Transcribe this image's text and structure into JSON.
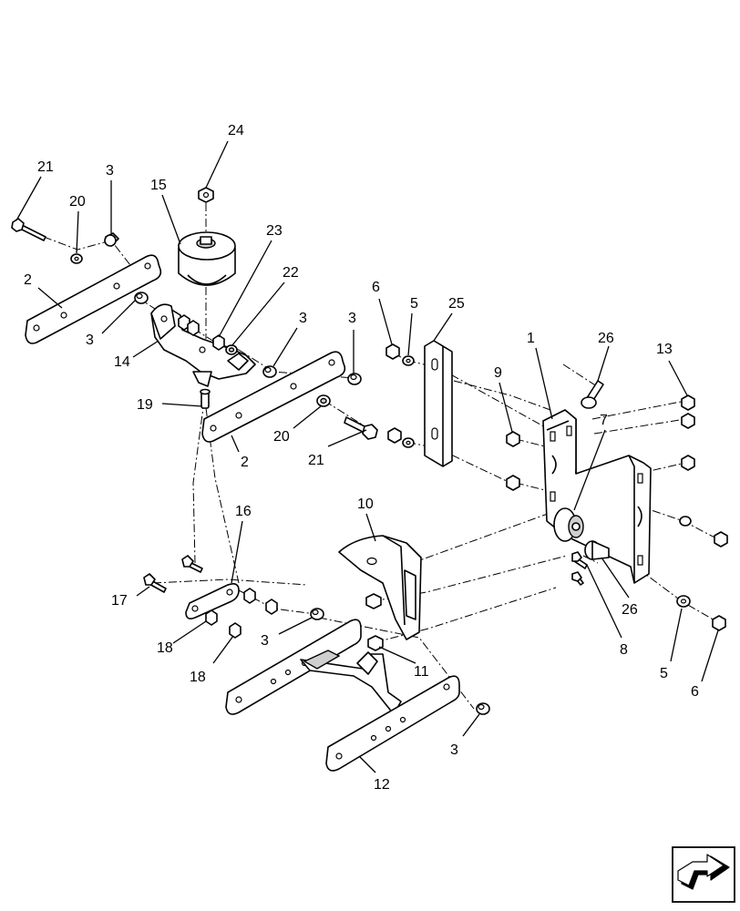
{
  "callouts": [
    {
      "id": "c24",
      "text": "24"
    },
    {
      "id": "c21a",
      "text": "21"
    },
    {
      "id": "c3a",
      "text": "3"
    },
    {
      "id": "c15",
      "text": "15"
    },
    {
      "id": "c20a",
      "text": "20"
    },
    {
      "id": "c23",
      "text": "23"
    },
    {
      "id": "c22",
      "text": "22"
    },
    {
      "id": "c2a",
      "text": "2"
    },
    {
      "id": "c3b",
      "text": "3"
    },
    {
      "id": "c14",
      "text": "14"
    },
    {
      "id": "c3c",
      "text": "3"
    },
    {
      "id": "c3d",
      "text": "3"
    },
    {
      "id": "c6a",
      "text": "6"
    },
    {
      "id": "c5a",
      "text": "5"
    },
    {
      "id": "c25",
      "text": "25"
    },
    {
      "id": "c1",
      "text": "1"
    },
    {
      "id": "c26a",
      "text": "26"
    },
    {
      "id": "c13",
      "text": "13"
    },
    {
      "id": "c9",
      "text": "9"
    },
    {
      "id": "c7",
      "text": "7"
    },
    {
      "id": "c19",
      "text": "19"
    },
    {
      "id": "c20b",
      "text": "20"
    },
    {
      "id": "c21b",
      "text": "21"
    },
    {
      "id": "c2b",
      "text": "2"
    },
    {
      "id": "c10",
      "text": "10"
    },
    {
      "id": "c16",
      "text": "16"
    },
    {
      "id": "c17",
      "text": "17"
    },
    {
      "id": "c26b",
      "text": "26"
    },
    {
      "id": "c8",
      "text": "8"
    },
    {
      "id": "c18a",
      "text": "18"
    },
    {
      "id": "c18b",
      "text": "18"
    },
    {
      "id": "c3e",
      "text": "3"
    },
    {
      "id": "c11",
      "text": "11"
    },
    {
      "id": "c5b",
      "text": "5"
    },
    {
      "id": "c6b",
      "text": "6"
    },
    {
      "id": "c3f",
      "text": "3"
    },
    {
      "id": "c12",
      "text": "12"
    }
  ],
  "nav": {
    "icon": "next-page-arrow-icon"
  }
}
